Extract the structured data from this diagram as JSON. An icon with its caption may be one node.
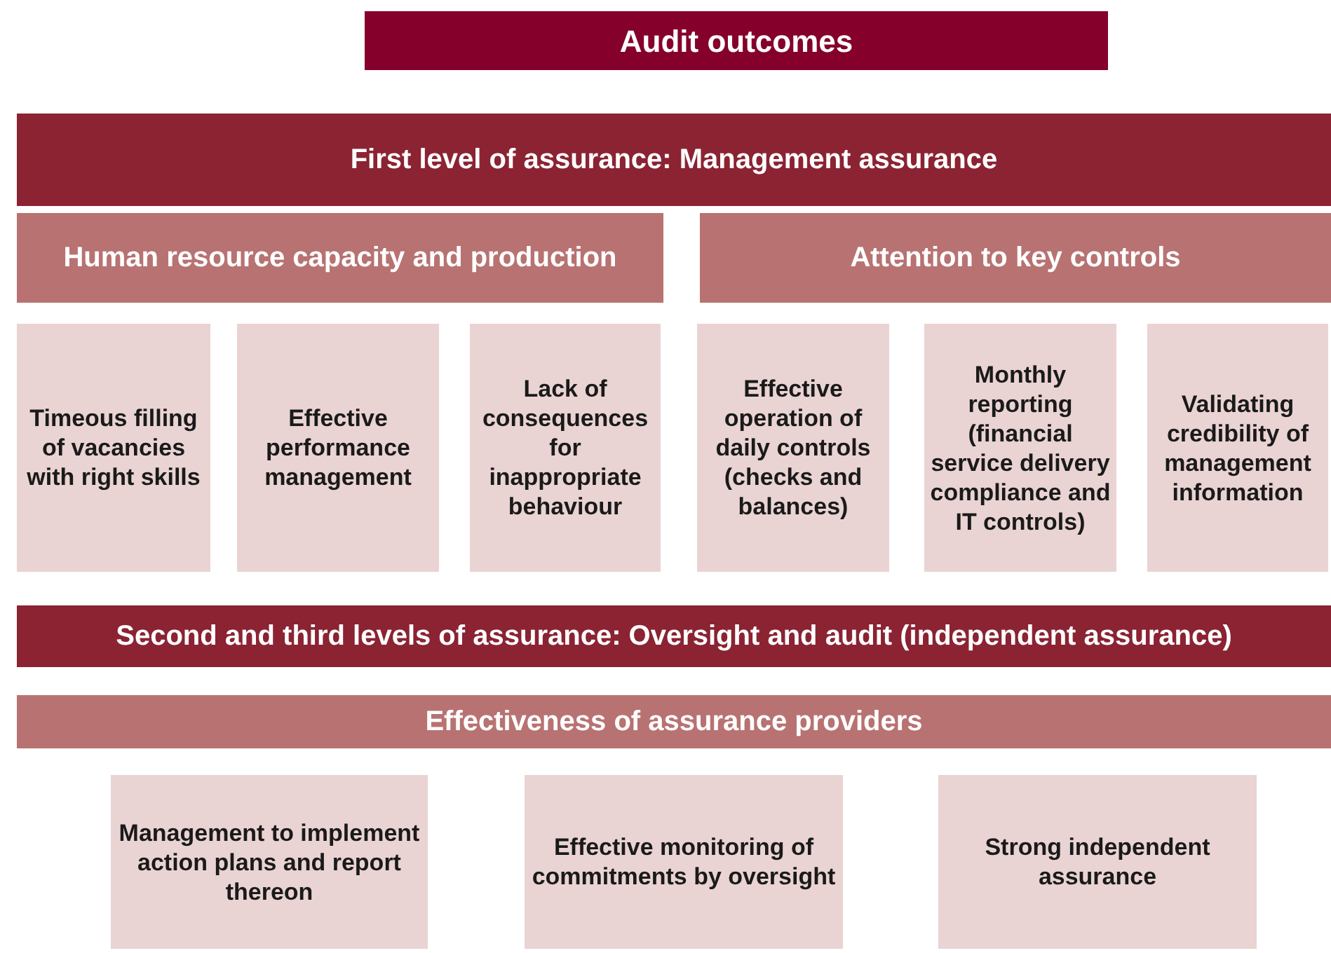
{
  "diagram": {
    "nodes": [
      {
        "text": [
          "Audit outcomes"
        ]
      },
      {
        "text": [
          "First level of assurance: Management assurance"
        ]
      },
      {
        "text": [
          "Human resource capacity and production"
        ]
      },
      {
        "text": [
          "Attention to key controls"
        ]
      },
      {
        "text": [
          "Timeous filling of vacancies with right skills"
        ]
      },
      {
        "text": [
          "Effective performance management"
        ]
      },
      {
        "text": [
          "Lack of consequences for inappropriate behaviour"
        ]
      },
      {
        "text": [
          "Effective operation of daily controls (checks and balances)"
        ]
      },
      {
        "text": [
          "Monthly reporting (financial service delivery compliance and IT controls)"
        ]
      },
      {
        "text": [
          "Validating credibility of management information"
        ]
      },
      {
        "text": [
          "Second and third levels of assurance: Oversight and audit (independent assurance)"
        ]
      },
      {
        "text": [
          "Effectiveness of assurance providers"
        ]
      },
      {
        "text": [
          "Management to implement action plans and report thereon"
        ]
      },
      {
        "text": [
          "Effective monitoring of commitments by oversight"
        ]
      },
      {
        "text": [
          "Strong independent assurance"
        ]
      }
    ]
  }
}
